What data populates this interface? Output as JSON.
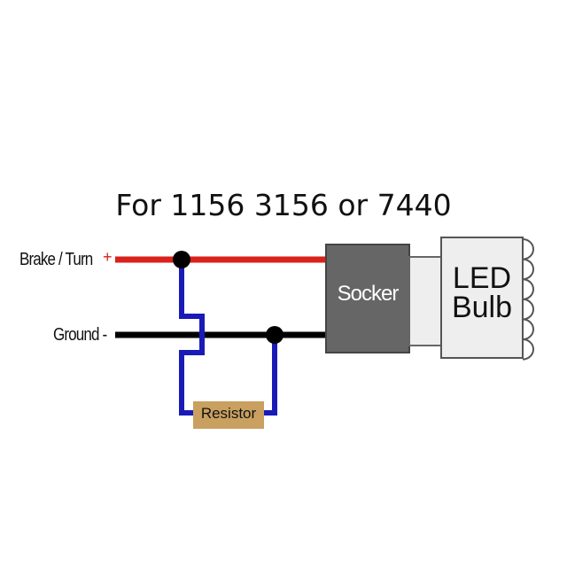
{
  "title": "For 1156 3156 or 7440",
  "labels": {
    "brake_turn": "Brake / Turn",
    "plus": "+",
    "ground": "Ground -",
    "resistor": "Resistor",
    "socket": "Socker",
    "led_line1": "LED",
    "led_line2": "Bulb"
  },
  "colors": {
    "positive_wire": "#d9221c",
    "ground_wire": "#000000",
    "resistor_wire": "#1a1ab8",
    "resistor": "#c9a060",
    "socket": "#666666",
    "led": "#eeeeee"
  }
}
